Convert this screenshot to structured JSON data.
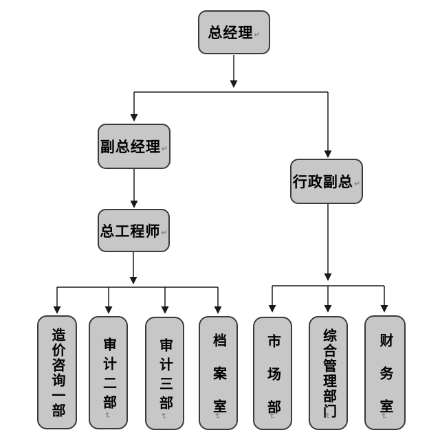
{
  "diagram": {
    "type": "org-chart",
    "return_mark": "↵",
    "nodes": {
      "general_manager": {
        "label": "总经理"
      },
      "deputy_general_manager": {
        "label": "副总经理"
      },
      "admin_vice_president": {
        "label": "行政副总"
      },
      "chief_engineer": {
        "label": "总工程师"
      },
      "cost_consulting_dept1": {
        "label": "造价咨询一部"
      },
      "audit_dept2": {
        "label": "审计二部"
      },
      "audit_dept3": {
        "label": "审计三部"
      },
      "archives_room": {
        "label": "档案室"
      },
      "market_dept": {
        "label": "市场部"
      },
      "general_admin_dept": {
        "label": "综合管理部门"
      },
      "finance_room": {
        "label": "财务室"
      }
    },
    "edges": [
      {
        "from": "general_manager",
        "to": "deputy_general_manager"
      },
      {
        "from": "general_manager",
        "to": "admin_vice_president"
      },
      {
        "from": "deputy_general_manager",
        "to": "chief_engineer"
      },
      {
        "from": "chief_engineer",
        "to": "cost_consulting_dept1"
      },
      {
        "from": "chief_engineer",
        "to": "audit_dept2"
      },
      {
        "from": "chief_engineer",
        "to": "audit_dept3"
      },
      {
        "from": "chief_engineer",
        "to": "archives_room"
      },
      {
        "from": "admin_vice_president",
        "to": "market_dept"
      },
      {
        "from": "admin_vice_president",
        "to": "general_admin_dept"
      },
      {
        "from": "admin_vice_president",
        "to": "finance_room"
      }
    ],
    "colors": {
      "box_fill": "#c7c7c7",
      "box_border": "#3a3a3a",
      "connector": "#1a1a1a",
      "background": "#ffffff",
      "return_mark": "#8a8a8a"
    }
  }
}
